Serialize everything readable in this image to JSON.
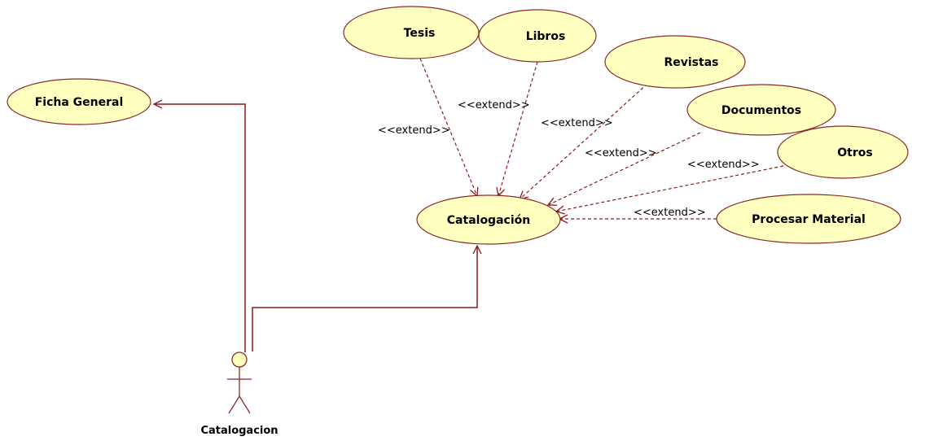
{
  "colors": {
    "use_case_fill": "#ffffc0",
    "use_case_stroke": "#8b2a2a",
    "line": "#8b1a1a",
    "background": "#ffffff"
  },
  "actor": {
    "name": "Catalogacion",
    "icon": "stick-figure-actor"
  },
  "use_cases": {
    "ficha_general": "Ficha General",
    "catalogacion": "Catalogación",
    "tesis": "Tesis",
    "libros": "Libros",
    "revistas": "Revistas",
    "documentos": "Documentos",
    "otros": "Otros",
    "procesar_material": "Procesar Material"
  },
  "stereotypes": {
    "tesis": "<<extend>>",
    "libros": "<<extend>>",
    "revistas": "<<extend>>",
    "documentos": "<<extend>>",
    "otros": "<<extend>>",
    "procesar_material": "<<extend>>"
  }
}
